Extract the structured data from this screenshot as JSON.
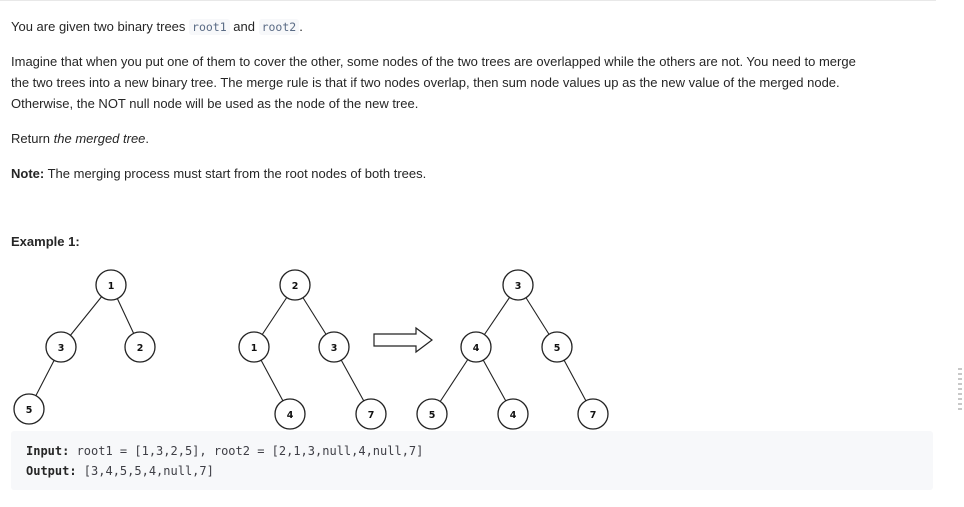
{
  "intro": {
    "prefix": "You are given two binary trees ",
    "root1": "root1",
    "and": " and ",
    "root2": "root2",
    "suffix": "."
  },
  "paragraph2": {
    "line1": "Imagine that when you put one of them to cover the other, some nodes of the two trees are overlapped while the others are not. You need to merge",
    "line2": "the two trees into a new binary tree. The merge rule is that if two nodes overlap, then sum node values up as the new value of the merged node.",
    "line3": "Otherwise, the NOT null node will be used as the node of the new tree."
  },
  "return_line": {
    "prefix": "Return ",
    "emph": "the merged tree",
    "suffix": "."
  },
  "note": {
    "label": "Note:",
    "text": " The merging process must start from the root nodes of both trees."
  },
  "example": {
    "title": "Example 1:",
    "tree1": {
      "root": "1",
      "left": "3",
      "right": "2",
      "left_left": "5"
    },
    "tree2": {
      "root": "2",
      "left": "1",
      "right": "3",
      "left_right": "4",
      "right_right": "7"
    },
    "merged": {
      "root": "3",
      "left": "4",
      "right": "5",
      "left_left": "5",
      "left_right": "4",
      "right_right": "7"
    },
    "input_label": "Input:",
    "input_value": " root1 = [1,3,2,5], root2 = [2,1,3,null,4,null,7]",
    "output_label": "Output:",
    "output_value": " [3,4,5,5,4,null,7]"
  }
}
